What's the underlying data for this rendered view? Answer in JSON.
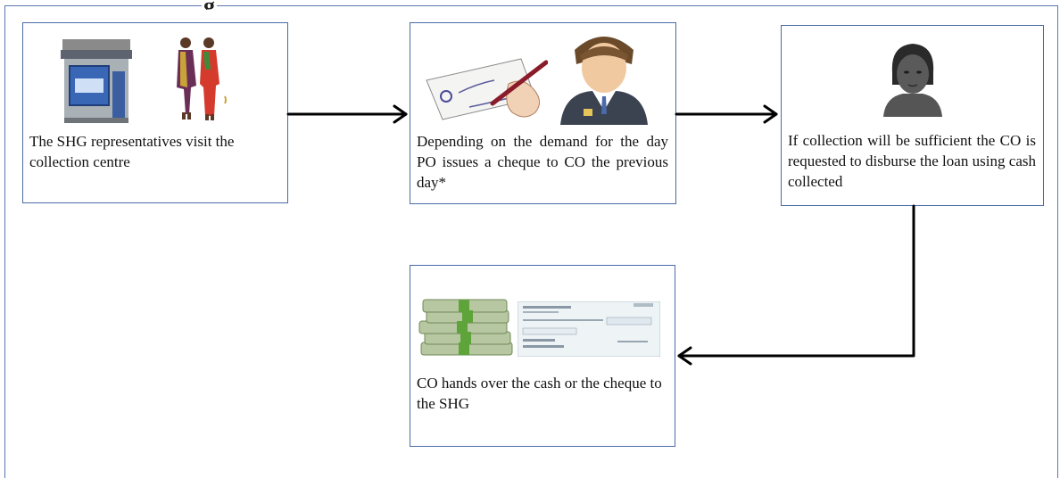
{
  "title_fragment": "g",
  "steps": {
    "visit": {
      "text": "The SHG representatives visit the collection centre"
    },
    "cheque": {
      "text": "Depending on the demand for the day PO issues a cheque to CO the previous day*"
    },
    "disburse": {
      "text": "If collection will be sufficient the CO is requested to disburse the loan using cash collected"
    },
    "handover": {
      "text": "CO hands over the cash or the cheque to the SHG"
    }
  },
  "icons": {
    "shop": "shop-icon",
    "women": "women-icon",
    "cheque_writing": "cheque-writing-icon",
    "officer": "officer-icon",
    "woman_avatar": "woman-avatar-icon",
    "cash": "cash-stack-icon",
    "cheque": "cheque-icon"
  },
  "colors": {
    "box_border": "#4a6aa8",
    "arrow": "#000000"
  }
}
